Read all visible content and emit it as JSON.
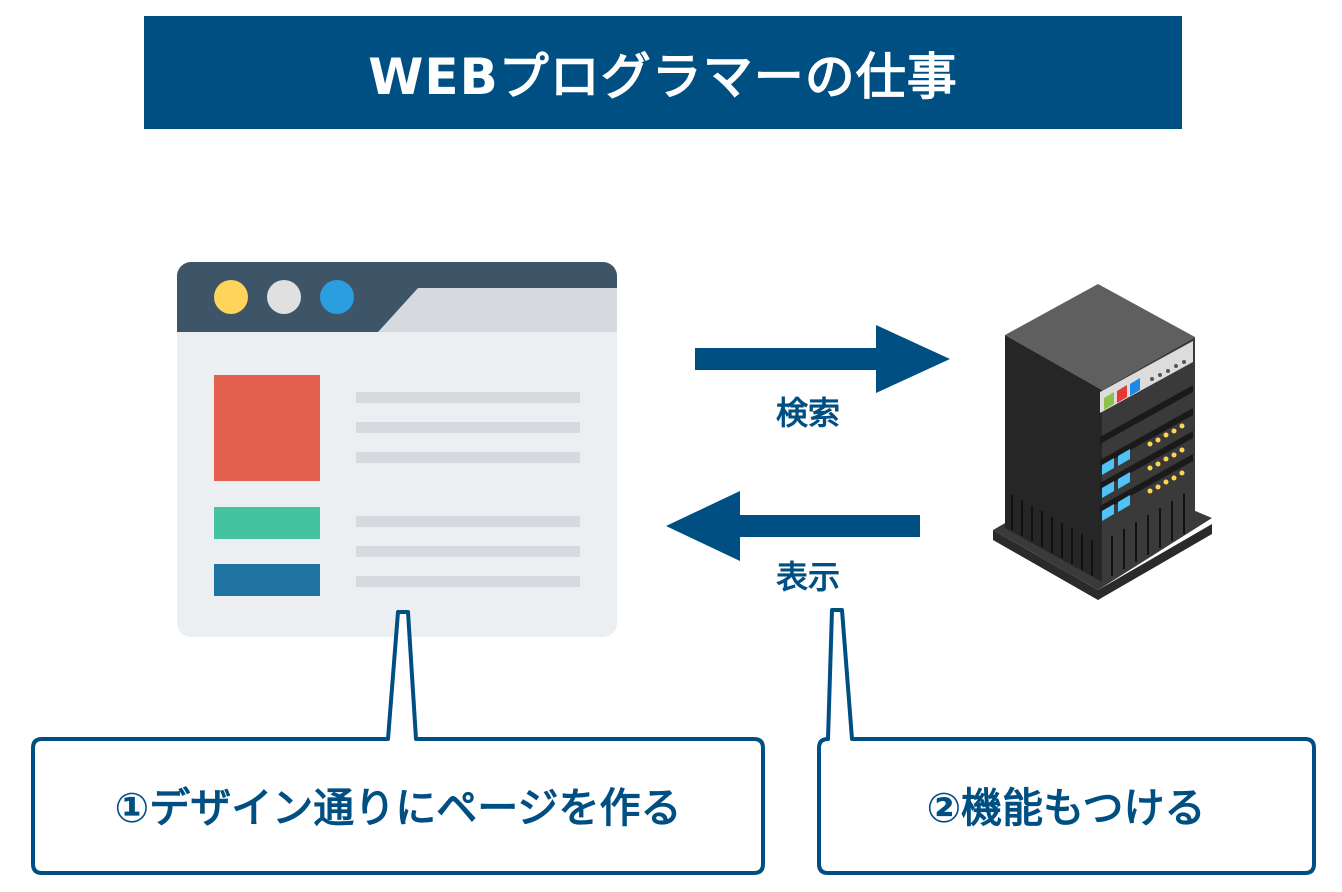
{
  "header": {
    "title": "WEBプログラマーの仕事"
  },
  "flow": {
    "request_label": "検索",
    "response_label": "表示"
  },
  "callouts": [
    {
      "text": "①デザイン通りにページを作る"
    },
    {
      "text": "②機能もつける"
    }
  ],
  "colors": {
    "primary": "#004f82",
    "browser_titlebar": "#3e5568",
    "browser_body": "#ebeff2",
    "dot_yellow": "#ffd45b",
    "dot_gray": "#e0e0e0",
    "dot_blue": "#2b9ee0",
    "block_red": "#e4604e",
    "block_green": "#44c3a0",
    "block_blue": "#1e73a0"
  },
  "icons": {
    "browser": "browser-window-icon",
    "server": "server-rack-icon"
  }
}
